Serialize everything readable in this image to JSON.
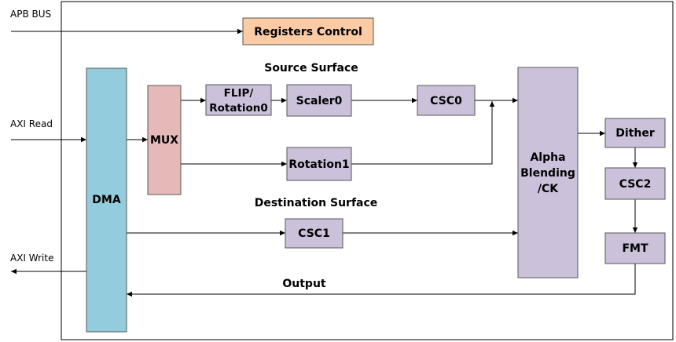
{
  "inputs": {
    "apb_bus": "APB BUS",
    "axi_read": "AXI Read",
    "axi_write": "AXI Write"
  },
  "sections": {
    "source_surface": "Source Surface",
    "destination_surface": "Destination Surface",
    "output": "Output"
  },
  "blocks": {
    "registers_control": "Registers Control",
    "dma": "DMA",
    "mux": "MUX",
    "flip_line1": "FLIP/",
    "flip_line2": "Rotation0",
    "scaler0": "Scaler0",
    "csc0": "CSC0",
    "rotation1": "Rotation1",
    "csc1": "CSC1",
    "alpha_line1": "Alpha",
    "alpha_line2": "Blending",
    "alpha_line3": "/CK",
    "dither": "Dither",
    "csc2": "CSC2",
    "fmt": "FMT"
  },
  "colors": {
    "registers_control": "#FBCBA6",
    "dma": "#93CDDD",
    "mux": "#E6B9B8",
    "processing": "#CCC1DA"
  }
}
